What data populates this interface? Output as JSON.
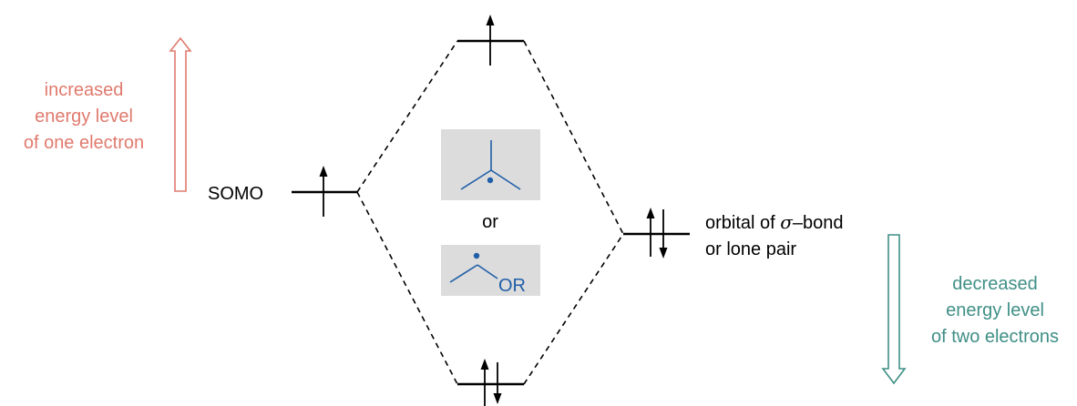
{
  "colors": {
    "increase": "#e07a6e",
    "decrease": "#3f8f86",
    "molecule": "#1f5ea8",
    "box": "#dcdcdc",
    "line": "#000000"
  },
  "labels": {
    "somo": "SOMO",
    "increased": [
      "increased",
      "energy level",
      "of one electron"
    ],
    "decreased": [
      "decreased",
      "energy level",
      "of two electrons"
    ],
    "sigma_line1_prefix": "orbital of ",
    "sigma_symbol": "σ",
    "sigma_line1_suffix": "–bond",
    "sigma_line2": "or lone pair",
    "or": "or",
    "or_group": "OR"
  },
  "levels": {
    "antibonding": {
      "occupancy": "1 electron (spin up)"
    },
    "somo": {
      "occupancy": "1 electron (spin up)"
    },
    "sigma": {
      "occupancy": "2 electrons (paired)"
    },
    "bonding": {
      "occupancy": "2 electrons (paired)"
    }
  }
}
